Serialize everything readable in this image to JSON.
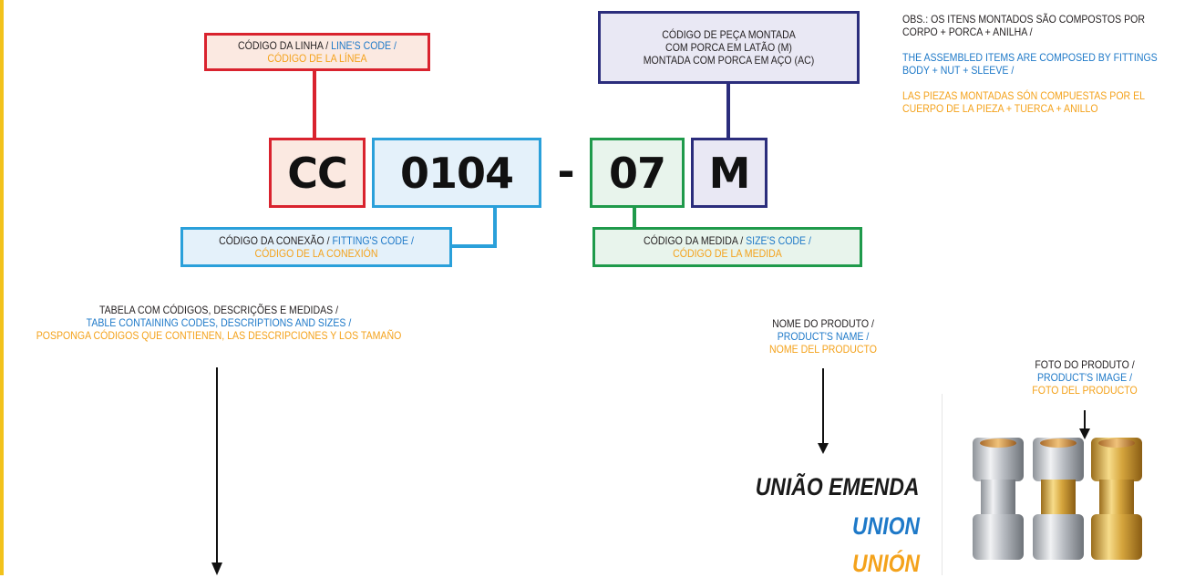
{
  "colors": {
    "edge": "#f2c21b",
    "red": "#d9232e",
    "red_fill": "#fbe9e1",
    "blue": "#2aa0da",
    "blue_fill": "#e4f1fa",
    "green": "#1f9a4b",
    "green_fill": "#e8f4ec",
    "navy": "#2b2d7c",
    "navy_fill": "#e9e8f4",
    "text_blue": "#1e79c8",
    "text_orange": "#f4a21b",
    "brass": "#d9a534",
    "steel": "#b8bcc2"
  },
  "line_code_box": {
    "pt": "CÓDIGO DA LINHA / ",
    "en": "LINE'S CODE /",
    "es": "CÓDIGO DE LA LÍNEA"
  },
  "assembled_box": {
    "line1": "CÓDIGO DE PEÇA MONTADA",
    "line2": "COM PORCA EM LATÃO (M)",
    "line3": "MONTADA COM PORCA EM AÇO (AC)"
  },
  "code_parts": {
    "line": "CC",
    "fitting": "0104",
    "dash": "-",
    "size": "07",
    "assembly": "M"
  },
  "fitting_code_box": {
    "pt": "CÓDIGO DA CONEXÃO / ",
    "en": "FITTING'S CODE /",
    "es": "CÓDIGO DE LA CONEXIÓN"
  },
  "size_code_box": {
    "pt": "CÓDIGO DA MEDIDA / ",
    "en": "SIZE'S CODE /",
    "es": "CÓDIGO DE LA MEDIDA"
  },
  "notes": {
    "pt": "OBS.: OS ITENS MONTADOS SÃO COMPOSTOS POR CORPO + PORCA + ANILHA /",
    "en": "THE ASSEMBLED ITEMS ARE COMPOSED BY FITTINGS BODY + NUT + SLEEVE /",
    "es": "LAS PIEZAS MONTADAS SÓN COMPUESTAS POR EL CUERPO DE LA PIEZA + TUERCA + ANILLO"
  },
  "table_label": {
    "pt": "TABELA COM CÓDIGOS, DESCRIÇÕES E MEDIDAS /",
    "en": "TABLE CONTAINING CODES, DESCRIPTIONS AND SIZES /",
    "es": "POSPONGA CÓDIGOS QUE CONTIENEN, LAS DESCRIPCIONES Y LOS TAMAÑO"
  },
  "product_name_label": {
    "pt": "NOME DO PRODUTO /",
    "en": "PRODUCT'S NAME /",
    "es": "NOME DEL PRODUCTO"
  },
  "product_image_label": {
    "pt": "FOTO DO PRODUTO /",
    "en": "PRODUCT'S IMAGE /",
    "es": "FOTO DEL PRODUCTO"
  },
  "product_title": {
    "pt": "UNIÃO EMENDA",
    "en": "UNION",
    "es": "UNIÓN"
  },
  "icons": {
    "photo": "union-fittings-photo",
    "arrow": "arrow-down-icon"
  }
}
